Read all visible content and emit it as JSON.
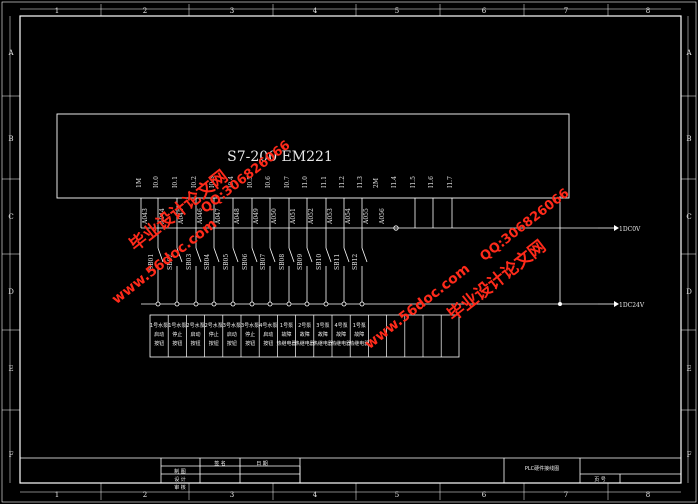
{
  "frame": {
    "columns": [
      "1",
      "2",
      "3",
      "4",
      "5",
      "6",
      "7",
      "8"
    ],
    "rows": [
      "A",
      "B",
      "C",
      "D",
      "E",
      "F"
    ]
  },
  "module": {
    "title": "S7-200 EM221"
  },
  "terminals": [
    "1M",
    "I0.0",
    "I0.1",
    "I0.2",
    "I0.3",
    "I0.4",
    "I0.5",
    "I0.6",
    "I0.7",
    "I1.0",
    "I1.1",
    "I1.2",
    "I1.3",
    "2M",
    "I1.4",
    "I1.5",
    "I1.6",
    "I1.7"
  ],
  "addresses": [
    "A043",
    "A044",
    "A045",
    "A046",
    "A047",
    "A048",
    "A049",
    "A050",
    "A051",
    "A052",
    "A053",
    "A054",
    "A055",
    "A056"
  ],
  "switches": [
    "SB01",
    "SB02",
    "SB03",
    "SB04",
    "SB05",
    "SB06",
    "SB07",
    "SB08",
    "SB09",
    "SB10",
    "SB11",
    "SB12"
  ],
  "supplies": {
    "zero": "1DC0V",
    "plus": "1DC24V"
  },
  "table_cells": [
    [
      "1号水泵",
      "启动",
      "按钮"
    ],
    [
      "1号水泵",
      "停止",
      "按钮"
    ],
    [
      "2号水泵",
      "启动",
      "按钮"
    ],
    [
      "2号水泵",
      "停止",
      "按钮"
    ],
    [
      "3号水泵",
      "启动",
      "按钮"
    ],
    [
      "3号水泵",
      "停止",
      "按钮"
    ],
    [
      "4号水泵",
      "启动",
      "按钮"
    ],
    [
      "1号泵",
      "故障",
      "热继电器"
    ],
    [
      "2号泵",
      "故障",
      "热继电器"
    ],
    [
      "3号泵",
      "故障",
      "热继电器"
    ],
    [
      "4号泵",
      "故障",
      "热继电器"
    ],
    [
      "1号泵",
      "故障",
      "热继电器"
    ]
  ],
  "title_block": {
    "name_header": "签 名",
    "date_header": "日 期",
    "rows": [
      "制 图",
      "设 计",
      "审 核"
    ],
    "drawing_title": "PLC硬件接线图",
    "page_label": "页 号"
  },
  "watermarks": [
    "毕业设计论文网",
    "www.56doc.com",
    "QQ:306826066",
    "QQ:306826066",
    "www.56doc.com",
    "毕业设计论文网"
  ],
  "colors": {
    "background": "#000000",
    "line": "#ffffff",
    "watermark": "#ff2a1a"
  }
}
